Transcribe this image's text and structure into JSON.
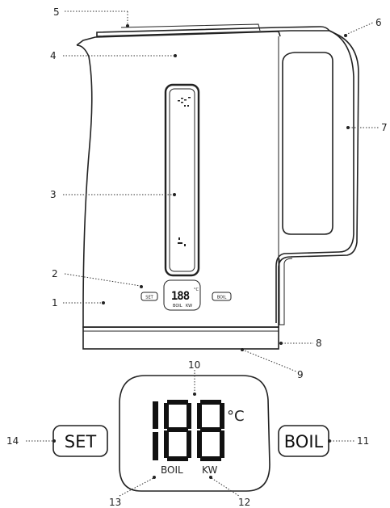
{
  "callouts": [
    "1",
    "2",
    "3",
    "4",
    "5",
    "6",
    "7",
    "8",
    "9",
    "10",
    "11",
    "12",
    "13",
    "14"
  ],
  "panel_small": {
    "set_label": "SET",
    "boil_label": "BOIL",
    "digits": "188",
    "unit": "°C",
    "sub_left": "BOIL",
    "sub_right": "KW"
  },
  "panel_large": {
    "set_label": "SET",
    "boil_label": "BOIL",
    "digits": "188",
    "unit": "°C",
    "sub_left": "BOIL",
    "sub_right": "KW"
  },
  "icons": [
    "kettle-outline",
    "water-level-window-icon",
    "segment-display"
  ]
}
